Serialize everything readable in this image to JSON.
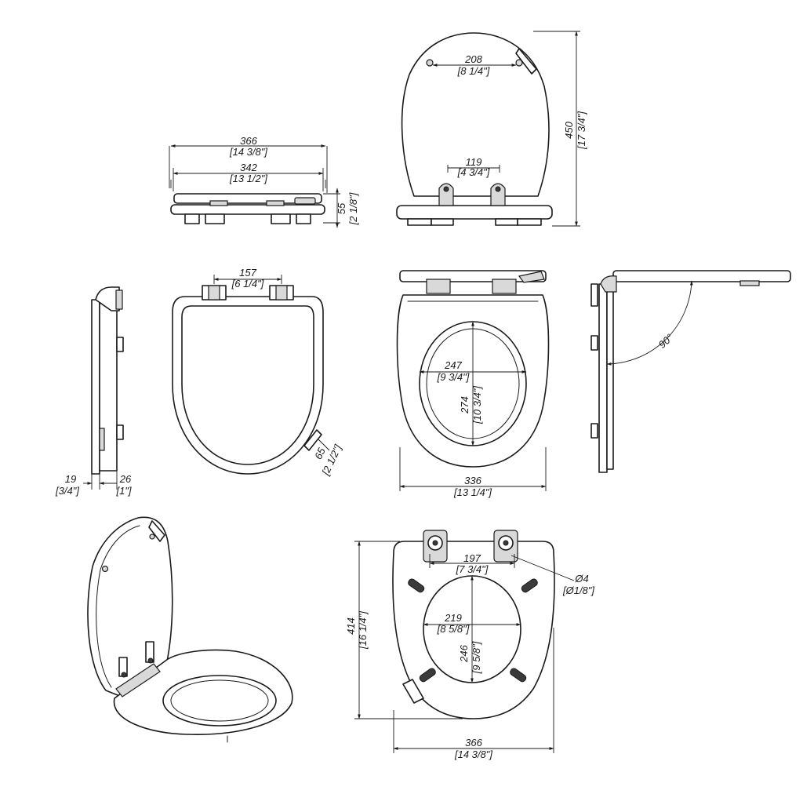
{
  "dimensions": {
    "top_overall_width": {
      "mm": "366",
      "inch": "[14 3/8\"]"
    },
    "top_inner_width": {
      "mm": "342",
      "inch": "[13 1/2\"]"
    },
    "top_height": {
      "mm": "55",
      "inch": "[2 1/8\"]"
    },
    "rear_hinge_spacing": {
      "mm": "208",
      "inch": "[8 1/4\"]"
    },
    "rear_hinge_pin_spacing": {
      "mm": "119",
      "inch": "[4 3/4\"]"
    },
    "rear_overall_height": {
      "mm": "450",
      "inch": "[17 3/4\"]"
    },
    "lid_hinge_spacing": {
      "mm": "157",
      "inch": "[6 1/4\"]"
    },
    "side_lid_thickness": {
      "mm": "19",
      "inch": "[3/4\"]"
    },
    "side_seat_thickness": {
      "mm": "26",
      "inch": "[1\"]"
    },
    "lid_button": {
      "mm": "65",
      "inch": "[2 1/2\"]"
    },
    "ring_inner_width": {
      "mm": "247",
      "inch": "[9 3/4\"]"
    },
    "ring_inner_length": {
      "mm": "274",
      "inch": "[10 3/4\"]"
    },
    "ring_outer_width": {
      "mm": "336",
      "inch": "[13 1/4\"]"
    },
    "open_angle": {
      "label": "90°"
    },
    "bottom_hinge_spacing": {
      "mm": "197",
      "inch": "[7 3/4\"]"
    },
    "bottom_hole_diameter": {
      "mm": "Ø4",
      "inch": "[Ø1/8\"]"
    },
    "bottom_opening_width": {
      "mm": "219",
      "inch": "[8 5/8\"]"
    },
    "bottom_opening_length": {
      "mm": "246",
      "inch": "[9 5/8\"]"
    },
    "bottom_overall_length": {
      "mm": "414",
      "inch": "[16 1/4\"]"
    },
    "bottom_overall_width": {
      "mm": "366",
      "inch": "[14 3/8\"]"
    }
  }
}
